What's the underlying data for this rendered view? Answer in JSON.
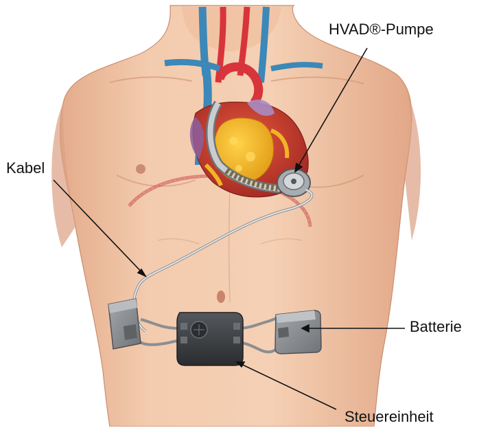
{
  "labels": {
    "pump": "HVAD®-Pumpe",
    "cable": "Kabel",
    "battery": "Batterie",
    "controller": "Steuereinheit"
  },
  "colors": {
    "skin": "#f0c4a6",
    "skin_shadow": "#d99c7c",
    "aorta": "#d8343b",
    "vein": "#3c88b8",
    "heart_red": "#c8362c",
    "fat": "#f2b325",
    "device": "#8d9194",
    "controller": "#3a3c3f",
    "cable": "#a9adb0"
  },
  "icons": [
    "heart-illustration",
    "hvad-pump-illustration",
    "controller-device",
    "battery-pack",
    "driveline-cable"
  ]
}
